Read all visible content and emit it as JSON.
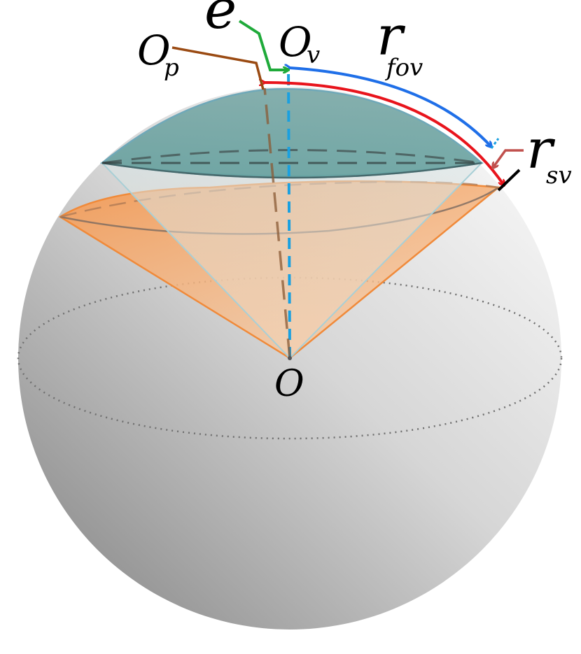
{
  "labels": {
    "e": "e",
    "o_p_main": "O",
    "o_p_sub": "p",
    "o_v_main": "O",
    "o_v_sub": "v",
    "r_fov_main": "r",
    "r_fov_sub": "fov",
    "r_sv_main": "r",
    "r_sv_sub": "sv",
    "o_center": "O"
  },
  "colors": {
    "sphere_light": "#f4f4f4",
    "sphere_dark": "#8a8a8a",
    "orange_cone": "#f4a566",
    "orange_edge": "#f08a3a",
    "teal_cap": "#5e9a9a",
    "teal_edge": "#7fb8c4",
    "blue_arrow": "#1f6fe8",
    "red_arrow": "#e8141c",
    "green_leader": "#1faa3a",
    "brown_leader": "#9a4a12",
    "rsv_leader": "#c0504d",
    "blue_axis": "#1aa0e0"
  }
}
